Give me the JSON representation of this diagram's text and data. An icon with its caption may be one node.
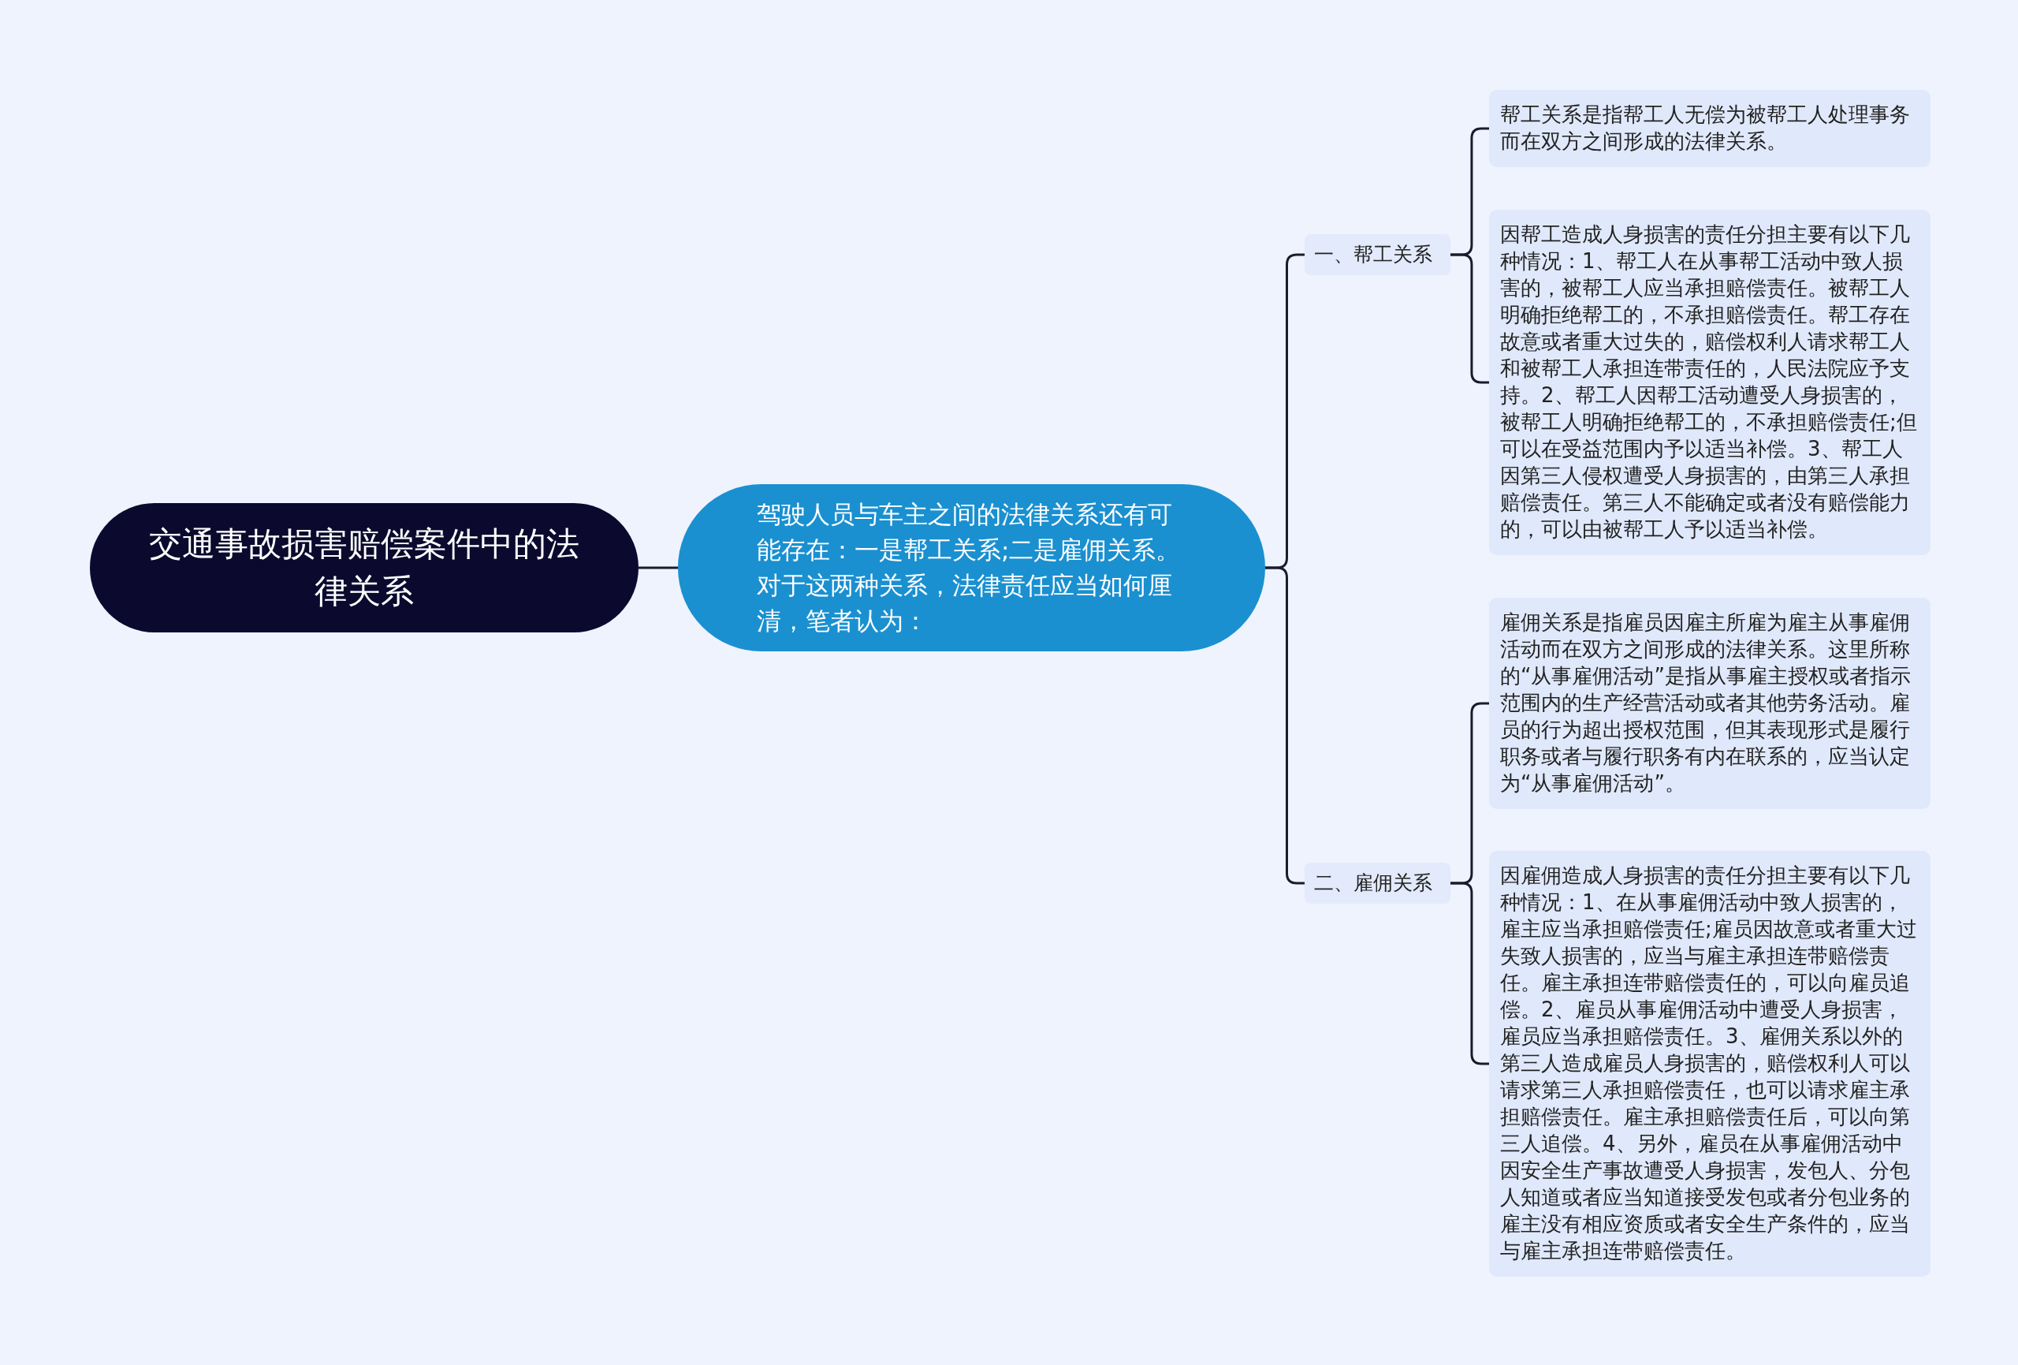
{
  "diagram": {
    "nodes": [
      {
        "text": [
          "交通事故损害赔偿案件中的法律关系"
        ]
      },
      {
        "text": [
          "驾驶人员与车主之间的法律关系还有可能存在：一是帮工关系;二是雇佣关系。对于这两种关系，法律责任应当如何厘清，笔者认为："
        ]
      },
      {
        "text": [
          "一、帮工关系"
        ]
      },
      {
        "text": [
          "帮工关系是指帮工人无偿为被帮工人处理事务而在双方之间形成的法律关系。"
        ]
      },
      {
        "text": [
          "因帮工造成人身损害的责任分担主要有以下几种情况：1、帮工人在从事帮工活动中致人损害的，被帮工人应当承担赔偿责任。被帮工人明确拒绝帮工的，不承担赔偿责任。帮工存在故意或者重大过失的，赔偿权利人请求帮工人和被帮工人承担连带责任的，人民法院应予支持。2、帮工人因帮工活动遭受人身损害的，被帮工人明确拒绝帮工的，不承担赔偿责任;但可以在受益范围内予以适当补偿。3、帮工人因第三人侵权遭受人身损害的，由第三人承担赔偿责任。第三人不能确定或者没有赔偿能力的，可以由被帮工人予以适当补偿。"
        ]
      },
      {
        "text": [
          "二、雇佣关系"
        ]
      },
      {
        "text": [
          "雇佣关系是指雇员因雇主所雇为雇主从事雇佣活动而在双方之间形成的法律关系。这里所称的“从事雇佣活动”是指从事雇主授权或者指示范围内的生产经营活动或者其他劳务活动。雇员的行为超出授权范围，但其表现形式是履行职务或者与履行职务有内在联系的，应当认定为“从事雇佣活动”。"
        ]
      },
      {
        "text": [
          "因雇佣造成人身损害的责任分担主要有以下几种情况：1、在从事雇佣活动中致人损害的，雇主应当承担赔偿责任;雇员因故意或者重大过失致人损害的，应当与雇主承担连带赔偿责任。雇主承担连带赔偿责任的，可以向雇员追偿。2、雇员从事雇佣活动中遭受人身损害，雇员应当承担赔偿责任。3、雇佣关系以外的第三人造成雇员人身损害的，赔偿权利人可以请求第三人承担赔偿责任，也可以请求雇主承担赔偿责任。雇主承担赔偿责任后，可以向第三人追偿。4、另外，雇员在从事雇佣活动中因安全生产事故遭受人身损害，发包人、分包人知道或者应当知道接受发包或者分包业务的雇主没有相应资质或者安全生产条件的，应当与雇主承担连带赔偿责任。"
        ]
      }
    ],
    "edges": [
      {
        "from": 0,
        "to": 1,
        "arrow": "none"
      },
      {
        "from": 1,
        "to": 2,
        "arrow": "none"
      },
      {
        "from": 1,
        "to": 5,
        "arrow": "none"
      },
      {
        "from": 2,
        "to": 3,
        "arrow": "none"
      },
      {
        "from": 2,
        "to": 4,
        "arrow": "none"
      },
      {
        "from": 5,
        "to": 6,
        "arrow": "none"
      },
      {
        "from": 5,
        "to": 7,
        "arrow": "none"
      }
    ]
  }
}
